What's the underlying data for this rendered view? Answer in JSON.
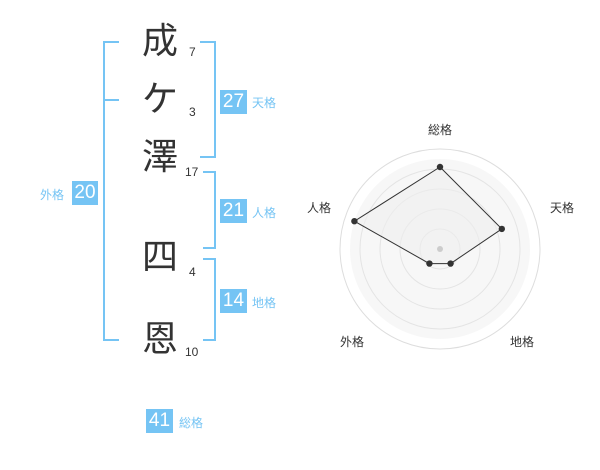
{
  "name": {
    "chars": [
      {
        "char": "成",
        "strokes": "7"
      },
      {
        "char": "ケ",
        "strokes": "3"
      },
      {
        "char": "澤",
        "strokes": "17"
      },
      {
        "char": "四",
        "strokes": "4"
      },
      {
        "char": "恩",
        "strokes": "10"
      }
    ]
  },
  "kaku": {
    "tenkaku": {
      "value": "27",
      "label": "天格"
    },
    "jinkaku": {
      "value": "21",
      "label": "人格"
    },
    "chikaku": {
      "value": "14",
      "label": "地格"
    },
    "gaikaku": {
      "value": "20",
      "label": "外格"
    },
    "soukaku": {
      "value": "41",
      "label": "総格"
    }
  },
  "colors": {
    "accent": "#75c4f4",
    "text": "#333333",
    "grid": "#dddddd",
    "fill": "#eeeeee"
  },
  "chart_data": {
    "type": "radar",
    "axes": [
      "総格",
      "天格",
      "地格",
      "外格",
      "人格"
    ],
    "values": [
      0.82,
      0.65,
      0.18,
      0.18,
      0.9
    ],
    "rings": 5,
    "grid": true
  }
}
